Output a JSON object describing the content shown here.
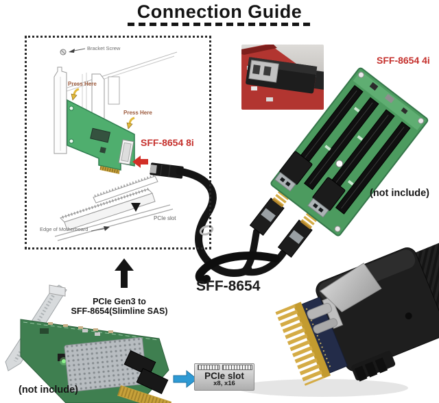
{
  "title": "Connection Guide",
  "install_diagram": {
    "bracket_screw": "Bracket Screw",
    "press_here_top": "Press Here",
    "press_here_mid": "Press Here",
    "connector_label": "SFF-8654 8i",
    "pcie_slot": "PCIe slot",
    "edge_of_motherboard": "Edge of Motherboard"
  },
  "backplane": {
    "connector_label": "SFF-8654 4i",
    "availability": "(not include)"
  },
  "cable": {
    "label": "SFF-8654"
  },
  "host_card": {
    "description_line1": "PCIe Gen3 to",
    "description_line2": "SFF-8654(Slimline SAS)",
    "availability": "(not include)"
  },
  "pcie_slot_callout": {
    "label": "PCIe slot",
    "sizes": "x8, x16"
  },
  "colors": {
    "label_red": "#c5302c",
    "arrow_blue": "#2e9ad4",
    "card_green": "#4fae6e",
    "backplane_green": "#4c9b5f",
    "host_card_green": "#3f7f50",
    "gold": "#c9a23c",
    "cable_black": "#141414"
  }
}
